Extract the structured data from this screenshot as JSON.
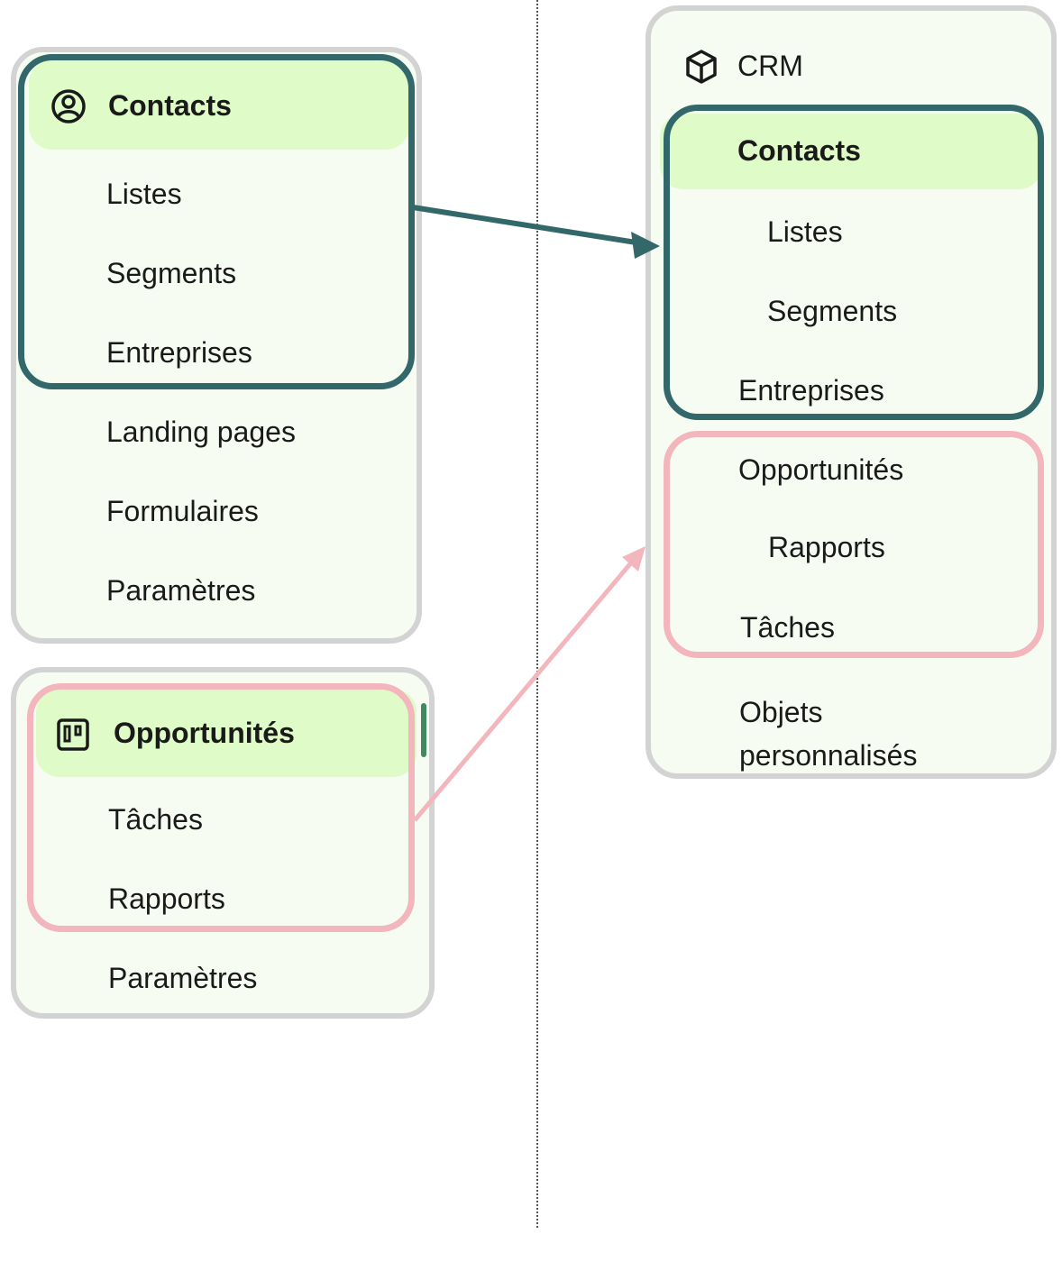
{
  "left_menus": {
    "contacts_menu": {
      "header": "Contacts",
      "header_icon": "user-circle-icon",
      "items": [
        "Listes",
        "Segments",
        "Entreprises",
        "Landing pages",
        "Formulaires",
        "Paramètres"
      ]
    },
    "opportunities_menu": {
      "header": "Opportunités",
      "header_icon": "kanban-board-icon",
      "items": [
        "Tâches",
        "Rapports",
        "Paramètres"
      ]
    }
  },
  "right_menu": {
    "title": "CRM",
    "title_icon": "cube-icon",
    "contacts_group": {
      "header": "Contacts",
      "items": [
        "Listes",
        "Segments",
        "Entreprises"
      ]
    },
    "opportunities_group": {
      "header": "Opportunités",
      "items": [
        "Rapports",
        "Tâches"
      ]
    },
    "extra_item": "Objets personnalisés"
  },
  "colors": {
    "panel_border": "#d3d3d3",
    "panel_background": "#f7fcf3",
    "header_highlight": "#dffbc8",
    "contacts_link": "#33686b",
    "opportunities_link": "#f3b6bd"
  }
}
